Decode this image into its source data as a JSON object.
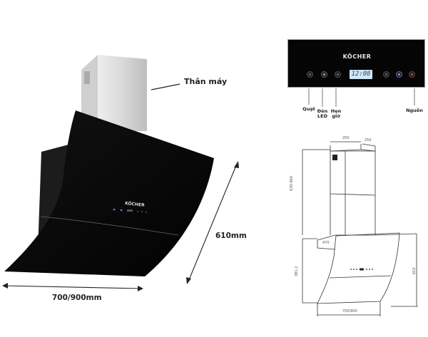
{
  "product_photo": {
    "brand": "KÖCHER",
    "body_label": "Thân máy",
    "height_label": "610mm",
    "width_label": "700/900mm"
  },
  "control_panel": {
    "brand": "KÖCHER",
    "display_time": "12:08",
    "buttons": [
      {
        "name": "fan-button",
        "label": "Quạt"
      },
      {
        "name": "led-button",
        "label": "Đèn\nLED"
      },
      {
        "name": "timer-button",
        "label": "Hẹn\ngiờ"
      },
      {
        "name": "speed-down-button",
        "label": ""
      },
      {
        "name": "speed-up-button",
        "label": ""
      },
      {
        "name": "power-button",
        "label": "Nguồn"
      }
    ],
    "labels": {
      "fan": "Quạt",
      "led_line1": "Đèn",
      "led_line2": "LED",
      "timer_line1": "Hẹn",
      "timer_line2": "giờ",
      "power": "Nguồn"
    }
  },
  "technical_drawing": {
    "dims": {
      "chimney_width": "250",
      "chimney_depth": "250",
      "chimney_height": "630-960",
      "hood_depth": "470",
      "side_height": "381.2",
      "front_height": "610",
      "bottom_width": "700/900"
    }
  },
  "colors": {
    "glass": "#050505",
    "steel_light": "#e6e6e6",
    "steel_dark": "#b5b5b5",
    "display_bg": "#cfe6f5",
    "display_text": "#2a4a7a",
    "line": "#333333"
  }
}
